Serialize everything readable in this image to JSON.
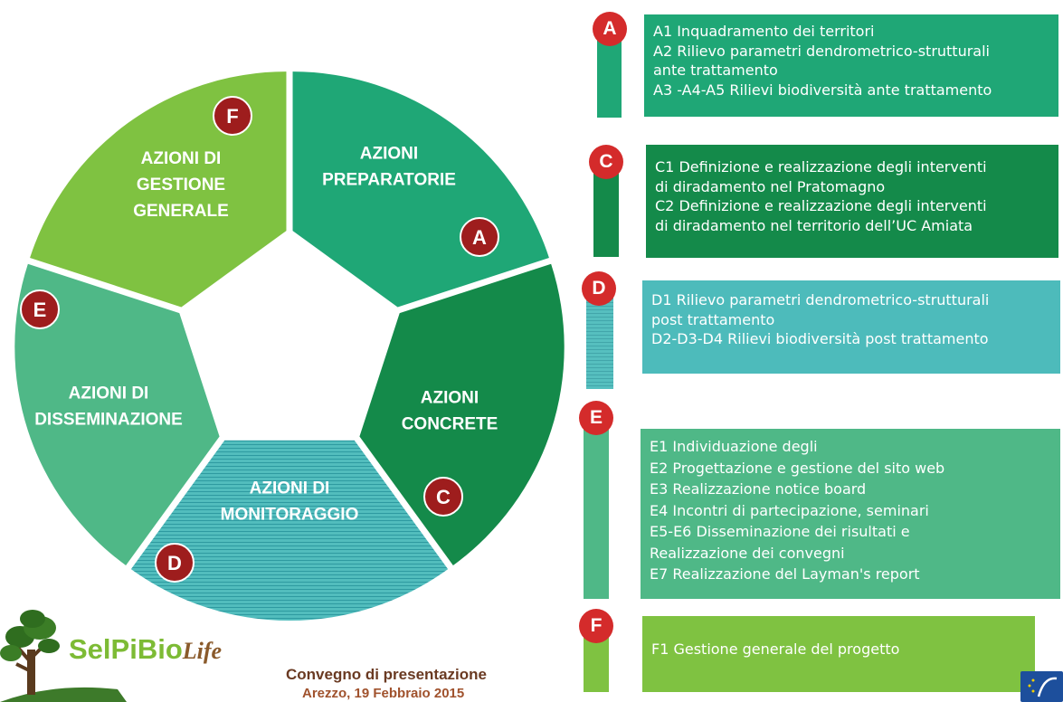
{
  "wheel": {
    "segments": [
      {
        "id": "preparatorie",
        "lines": [
          "AZIONI",
          "PREPARATORIE"
        ],
        "badge": "A",
        "color": "#1fa776"
      },
      {
        "id": "concrete",
        "lines": [
          "AZIONI",
          "CONCRETE"
        ],
        "badge": "C",
        "color": "#148a4a"
      },
      {
        "id": "monitoraggio",
        "lines": [
          "AZIONI DI",
          "MONITORAGGIO"
        ],
        "badge": "D",
        "color": "#4dbbbb"
      },
      {
        "id": "disseminazione",
        "lines": [
          "AZIONI DI",
          "DISSEMINAZIONE"
        ],
        "badge": "E",
        "color": "#4fb887"
      },
      {
        "id": "gestione",
        "lines": [
          "AZIONI DI",
          "GESTIONE",
          "GENERALE"
        ],
        "badge": "F",
        "color": "#7fc241"
      }
    ]
  },
  "actions": {
    "A": {
      "badge": "A",
      "color": "#1fa776",
      "lines": [
        "A1 Inquadramento dei territori",
        "A2 Rilievo parametri dendrometrico-strutturali",
        "ante trattamento",
        "A3 -A4-A5 Rilievi biodiversità ante trattamento"
      ]
    },
    "C": {
      "badge": "C",
      "color": "#148a4a",
      "lines": [
        "C1 Definizione e realizzazione degli interventi",
        "di diradamento nel Pratomagno",
        "C2 Definizione e realizzazione degli interventi",
        "di diradamento nel territorio dell’UC Amiata"
      ]
    },
    "D": {
      "badge": "D",
      "color": "#4dbbbb",
      "lines": [
        "D1 Rilievo parametri dendrometrico-strutturali",
        "post trattamento",
        "D2-D3-D4 Rilievi biodiversità post trattamento"
      ]
    },
    "E": {
      "badge": "E",
      "color": "#4fb887",
      "lines": [
        "E1 Individuazione degli",
        "E2 Progettazione e gestione del sito web",
        "E3 Realizzazione notice board",
        "E4 Incontri di partecipazione, seminari",
        "E5-E6 Disseminazione dei risultati e",
        "Realizzazione dei convegni",
        "E7 Realizzazione del Layman's report"
      ]
    },
    "F": {
      "badge": "F",
      "color": "#7fc241",
      "lines": [
        "F1 Gestione generale del progetto"
      ]
    }
  },
  "footer": {
    "logo_main": "SelPiBio",
    "logo_life": "Life",
    "title": "Convegno di presentazione",
    "date": "Arezzo, 19 Febbraio 2015"
  }
}
